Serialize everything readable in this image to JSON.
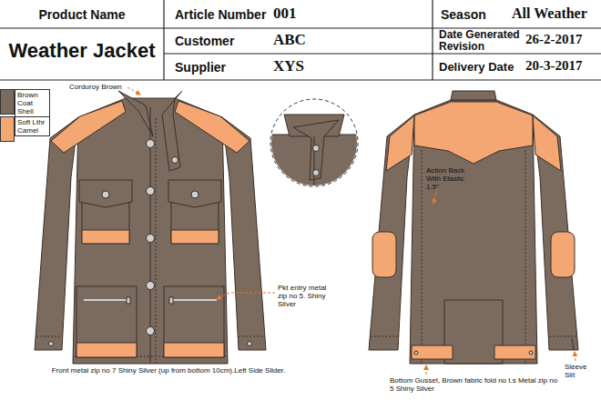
{
  "diagram": {
    "title": "Weather Jacket",
    "labels": [
      "Product Name",
      "Article Number",
      "001",
      "Season",
      "All Weather",
      "Customer",
      "ABC",
      "Date Generated Revision",
      "26-2-2017",
      "Supplier",
      "XYS",
      "Delivery Date",
      "20-3-2017",
      "Corduroy Brown",
      "Action Back With Elastic 1.5\"",
      "Pkt entry metal zip no 5. Shiny Silver",
      "Front metal zip no 7 Shiny Silver (up from bottom 10cm).Left Side Slider.",
      "Bottom Gusset, Brown fabric fold no t.s Metal zip no 5 Shiny Silver",
      "Sleeve Slit"
    ],
    "legend": [
      {
        "text": "Brown Coat Shell",
        "color": "#7b6a5e"
      },
      {
        "text": "Soft Lthr Camel",
        "color": "#f4a772"
      }
    ]
  }
}
